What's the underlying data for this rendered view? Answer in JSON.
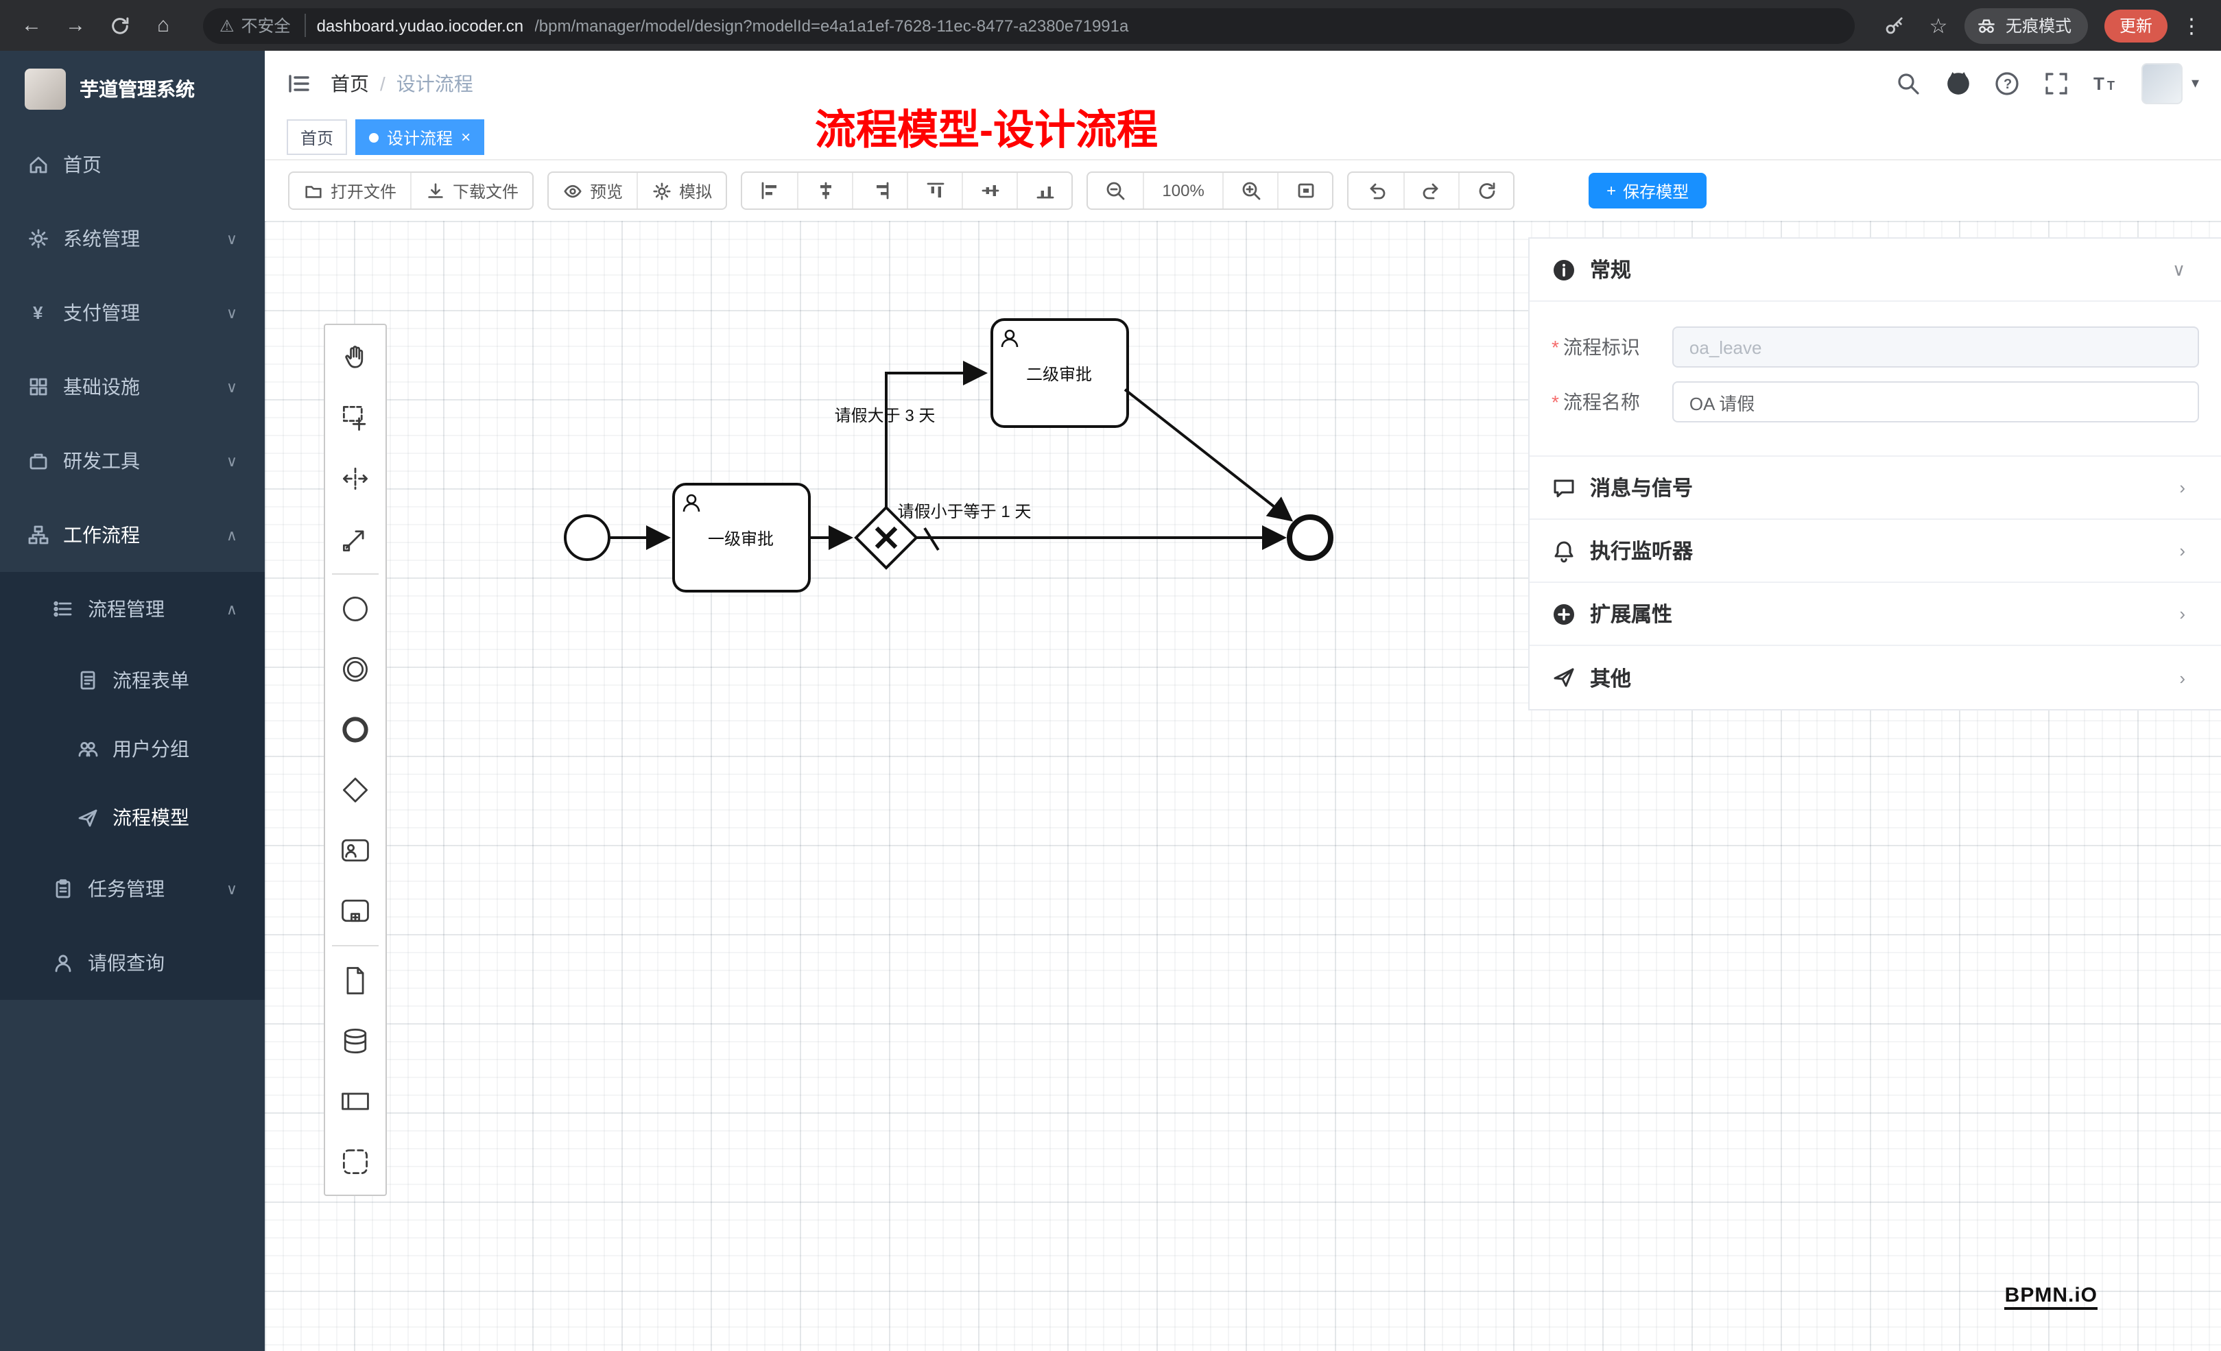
{
  "browser": {
    "security": "不安全",
    "url_host": "dashboard.yudao.iocoder.cn",
    "url_path": "/bpm/manager/model/design?modelId=e4a1a1ef-7628-11ec-8477-a2380e71991a",
    "incognito": "无痕模式",
    "update": "更新"
  },
  "icons": {
    "back": "←",
    "forward": "→",
    "home": "⌂",
    "warning": "⚠",
    "star": "☆",
    "menu_dots": "⋮",
    "close": "×",
    "caret_down": "▾",
    "plus": "+",
    "chevron_down": "∨",
    "chevron_up": "∧",
    "chevron_right": "›",
    "question": "?",
    "info_i": "i",
    "yen": "¥",
    "font_big": "T",
    "font_small": "T"
  },
  "sidebar": {
    "title": "芋道管理系统",
    "items": [
      {
        "label": "首页"
      },
      {
        "label": "系统管理"
      },
      {
        "label": "支付管理"
      },
      {
        "label": "基础设施"
      },
      {
        "label": "研发工具"
      },
      {
        "label": "工作流程"
      }
    ],
    "submenu": {
      "process_group": "流程管理",
      "children": [
        {
          "label": "流程表单"
        },
        {
          "label": "用户分组"
        },
        {
          "label": "流程模型"
        }
      ],
      "task_group": "任务管理",
      "leave_query": "请假查询"
    }
  },
  "header": {
    "breadcrumb_home": "首页",
    "breadcrumb_sep": "/",
    "breadcrumb_current": "设计流程",
    "annotation": "流程模型-设计流程"
  },
  "tabs": [
    {
      "label": "首页"
    },
    {
      "label": "设计流程"
    }
  ],
  "toolbar": {
    "open_file": "打开文件",
    "download_file": "下载文件",
    "preview": "预览",
    "simulate": "模拟",
    "zoom_level": "100%",
    "save_model": "保存模型"
  },
  "diagram": {
    "task1": "一级审批",
    "task2": "二级审批",
    "condition_gt": "请假大于 3 天",
    "condition_le": "请假小于等于 1 天"
  },
  "panel": {
    "required_mark": "*",
    "general_title": "常规",
    "field_process_key": {
      "label": "流程标识",
      "value": "oa_leave"
    },
    "field_process_name": {
      "label": "流程名称",
      "value": "OA 请假"
    },
    "sections": [
      {
        "title": "消息与信号"
      },
      {
        "title": "执行监听器"
      },
      {
        "title": "扩展属性"
      },
      {
        "title": "其他"
      }
    ]
  },
  "watermark": "BPMN.iO",
  "colors": {
    "accent": "#409eff",
    "save_button": "#1890ff",
    "annotation_red": "#ff0000",
    "update_badge": "#d9594c",
    "sidebar_bg": "#2b3a4a",
    "submenu_bg": "#1f2d3d"
  }
}
